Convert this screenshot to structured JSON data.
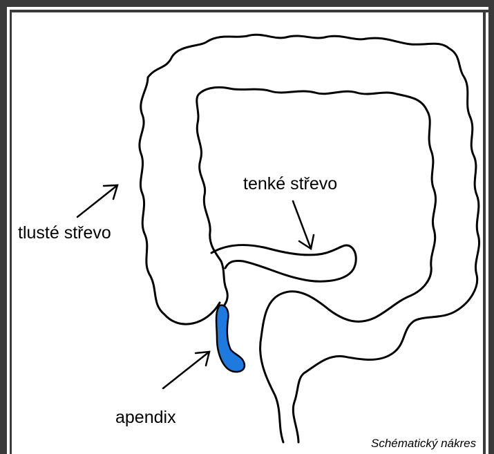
{
  "labels": {
    "large_intestine": "tlusté střevo",
    "small_intestine": "tenké střevo",
    "appendix": "apendix"
  },
  "caption": "Schématický nákres",
  "colors": {
    "frame": "#3a3a3a",
    "outline": "#000000",
    "appendix_fill": "#1f7ae0"
  }
}
